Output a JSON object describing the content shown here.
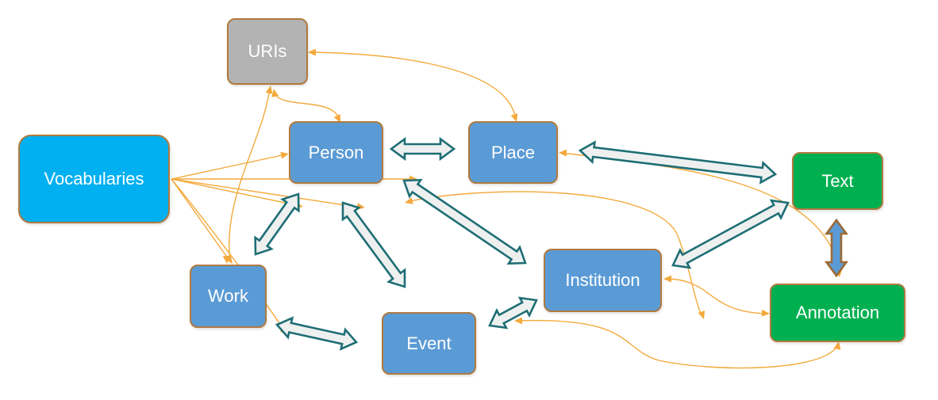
{
  "colors": {
    "entity": "#5b9bd5",
    "uris": "#b3b3b3",
    "vocabularies": "#00b0f0",
    "text_annotation": "#00b050",
    "node_border": "#b07a3e",
    "thin_arrow": "#f4a93c",
    "block_arrow_fill": "#eef0f0",
    "block_arrow_stroke": "#1e6e75",
    "text_annotation_arrow": "#5b9bd5"
  },
  "nodes": {
    "uris": "URIs",
    "person": "Person",
    "place": "Place",
    "vocabularies": "Vocabularies",
    "text": "Text",
    "work": "Work",
    "institution": "Institution",
    "event": "Event",
    "annotation": "Annotation"
  }
}
